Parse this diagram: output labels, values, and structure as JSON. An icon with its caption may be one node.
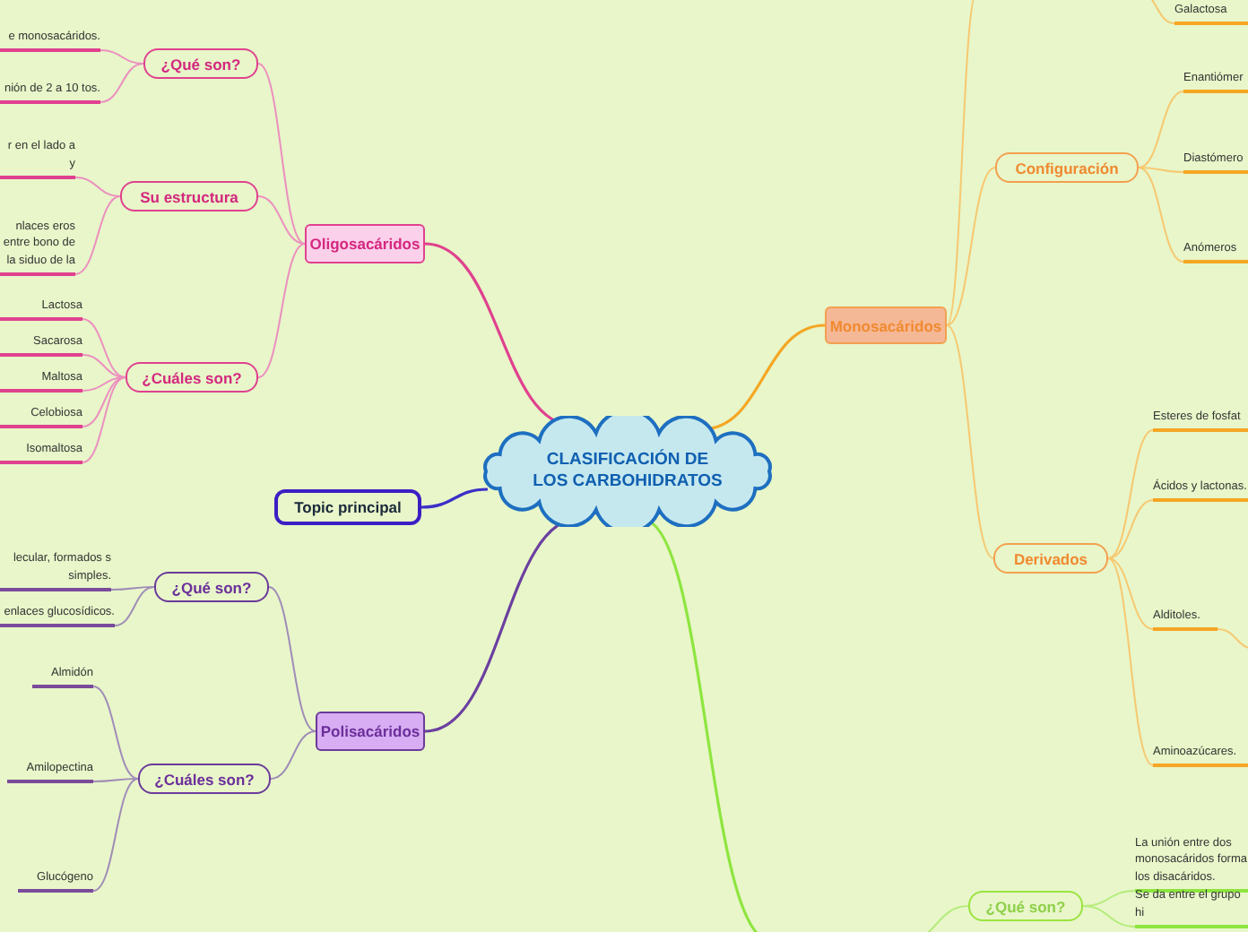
{
  "diagram": {
    "nodes": [
      {
        "text": [
          "CLASIFICACIÓN DE LOS CARBOHIDRATOS"
        ]
      },
      {
        "text": [
          "Oligosacáridos"
        ]
      },
      {
        "text": [
          "¿Qué son?"
        ]
      },
      {
        "text": [
          "e monosacáridos."
        ]
      },
      {
        "text": [
          "nión de 2 a 10 tos."
        ]
      },
      {
        "text": [
          "Su estructura"
        ]
      },
      {
        "text": [
          "r en el lado a y"
        ]
      },
      {
        "text": [
          "nlaces eros entre bono de la siduo de la"
        ]
      },
      {
        "text": [
          "¿Cuáles son?"
        ]
      },
      {
        "text": [
          "Lactosa"
        ]
      },
      {
        "text": [
          "Sacarosa"
        ]
      },
      {
        "text": [
          "Maltosa"
        ]
      },
      {
        "text": [
          "Celobiosa"
        ]
      },
      {
        "text": [
          "Isomaltosa"
        ]
      },
      {
        "text": [
          "Topic principal"
        ]
      },
      {
        "text": [
          "Polisacáridos"
        ]
      },
      {
        "text": [
          "¿Qué son?"
        ]
      },
      {
        "text": [
          "lecular, formados s simples."
        ]
      },
      {
        "text": [
          "enlaces glucosídicos."
        ]
      },
      {
        "text": [
          "¿Cuáles son?"
        ]
      },
      {
        "text": [
          "Almidón"
        ]
      },
      {
        "text": [
          "Amilopectina"
        ]
      },
      {
        "text": [
          "Glucógeno"
        ]
      },
      {
        "text": [
          "Monosacáridos"
        ]
      },
      {
        "text": [
          "Galactosa"
        ]
      },
      {
        "text": [
          "Configuración"
        ]
      },
      {
        "text": [
          "Enantiómer"
        ]
      },
      {
        "text": [
          "Diastómero"
        ]
      },
      {
        "text": [
          "Anómeros"
        ]
      },
      {
        "text": [
          "Derivados"
        ]
      },
      {
        "text": [
          "Esteres de fosfat"
        ]
      },
      {
        "text": [
          "Ácidos y lactonas."
        ]
      },
      {
        "text": [
          "Alditoles."
        ]
      },
      {
        "text": [
          "Aminoazúcares."
        ]
      },
      {
        "text": [
          "¿Qué son?"
        ]
      },
      {
        "text": [
          "La unión entre dos monosacáridos forma los disacáridos."
        ]
      },
      {
        "text": [
          "Se da entre el grupo hi"
        ]
      }
    ],
    "edges": [
      {
        "from": 0,
        "to": 1,
        "arrow": "none",
        "color": "#e0418f"
      },
      {
        "from": 1,
        "to": 2,
        "arrow": "none",
        "color": "#ec8fbf"
      },
      {
        "from": 2,
        "to": 3,
        "arrow": "none",
        "color": "#ec8fbf"
      },
      {
        "from": 2,
        "to": 4,
        "arrow": "none",
        "color": "#ec8fbf"
      },
      {
        "from": 1,
        "to": 5,
        "arrow": "none",
        "color": "#ec8fbf"
      },
      {
        "from": 5,
        "to": 6,
        "arrow": "none",
        "color": "#ec8fbf"
      },
      {
        "from": 5,
        "to": 7,
        "arrow": "none",
        "color": "#ec8fbf"
      },
      {
        "from": 1,
        "to": 8,
        "arrow": "none",
        "color": "#ec8fbf"
      },
      {
        "from": 8,
        "to": 9,
        "arrow": "none",
        "color": "#ec8fbf"
      },
      {
        "from": 8,
        "to": 10,
        "arrow": "none",
        "color": "#ec8fbf"
      },
      {
        "from": 8,
        "to": 11,
        "arrow": "none",
        "color": "#ec8fbf"
      },
      {
        "from": 8,
        "to": 12,
        "arrow": "none",
        "color": "#ec8fbf"
      },
      {
        "from": 8,
        "to": 13,
        "arrow": "none",
        "color": "#ec8fbf"
      },
      {
        "from": 0,
        "to": 14,
        "arrow": "none",
        "color": "#3b2fc9"
      },
      {
        "from": 0,
        "to": 15,
        "arrow": "none",
        "color": "#6b3fa0"
      },
      {
        "from": 15,
        "to": 16,
        "arrow": "none",
        "color": "#a08cb8"
      },
      {
        "from": 16,
        "to": 17,
        "arrow": "none",
        "color": "#a08cb8"
      },
      {
        "from": 16,
        "to": 18,
        "arrow": "none",
        "color": "#a08cb8"
      },
      {
        "from": 15,
        "to": 19,
        "arrow": "none",
        "color": "#a08cb8"
      },
      {
        "from": 19,
        "to": 20,
        "arrow": "none",
        "color": "#a08cb8"
      },
      {
        "from": 19,
        "to": 21,
        "arrow": "none",
        "color": "#a08cb8"
      },
      {
        "from": 19,
        "to": 22,
        "arrow": "none",
        "color": "#a08cb8"
      },
      {
        "from": 0,
        "to": 23,
        "arrow": "none",
        "color": "#f5a623"
      },
      {
        "from": 23,
        "to": null,
        "arrow": "none",
        "color": "#f7c870"
      },
      {
        "from": null,
        "to": 24,
        "arrow": "none",
        "color": "#f7c870"
      },
      {
        "from": 23,
        "to": 25,
        "arrow": "none",
        "color": "#f7c870"
      },
      {
        "from": 25,
        "to": 26,
        "arrow": "none",
        "color": "#f7c870"
      },
      {
        "from": 25,
        "to": 27,
        "arrow": "none",
        "color": "#f7c870"
      },
      {
        "from": 25,
        "to": 28,
        "arrow": "none",
        "color": "#f7c870"
      },
      {
        "from": 23,
        "to": 29,
        "arrow": "none",
        "color": "#f7c870"
      },
      {
        "from": 29,
        "to": 30,
        "arrow": "none",
        "color": "#f7c870"
      },
      {
        "from": 29,
        "to": 31,
        "arrow": "none",
        "color": "#f7c870"
      },
      {
        "from": 29,
        "to": 32,
        "arrow": "none",
        "color": "#f7c870"
      },
      {
        "from": 29,
        "to": 33,
        "arrow": "none",
        "color": "#f7c870"
      },
      {
        "from": 32,
        "to": null,
        "arrow": "none",
        "color": "#f7c870"
      },
      {
        "from": 0,
        "to": null,
        "arrow": "none",
        "color": "#8ee53f"
      },
      {
        "from": null,
        "to": 34,
        "arrow": "none",
        "color": "#b5ec7c"
      },
      {
        "from": 34,
        "to": 35,
        "arrow": "none",
        "color": "#b5ec7c"
      },
      {
        "from": 34,
        "to": 36,
        "arrow": "none",
        "color": "#b5ec7c"
      }
    ]
  }
}
